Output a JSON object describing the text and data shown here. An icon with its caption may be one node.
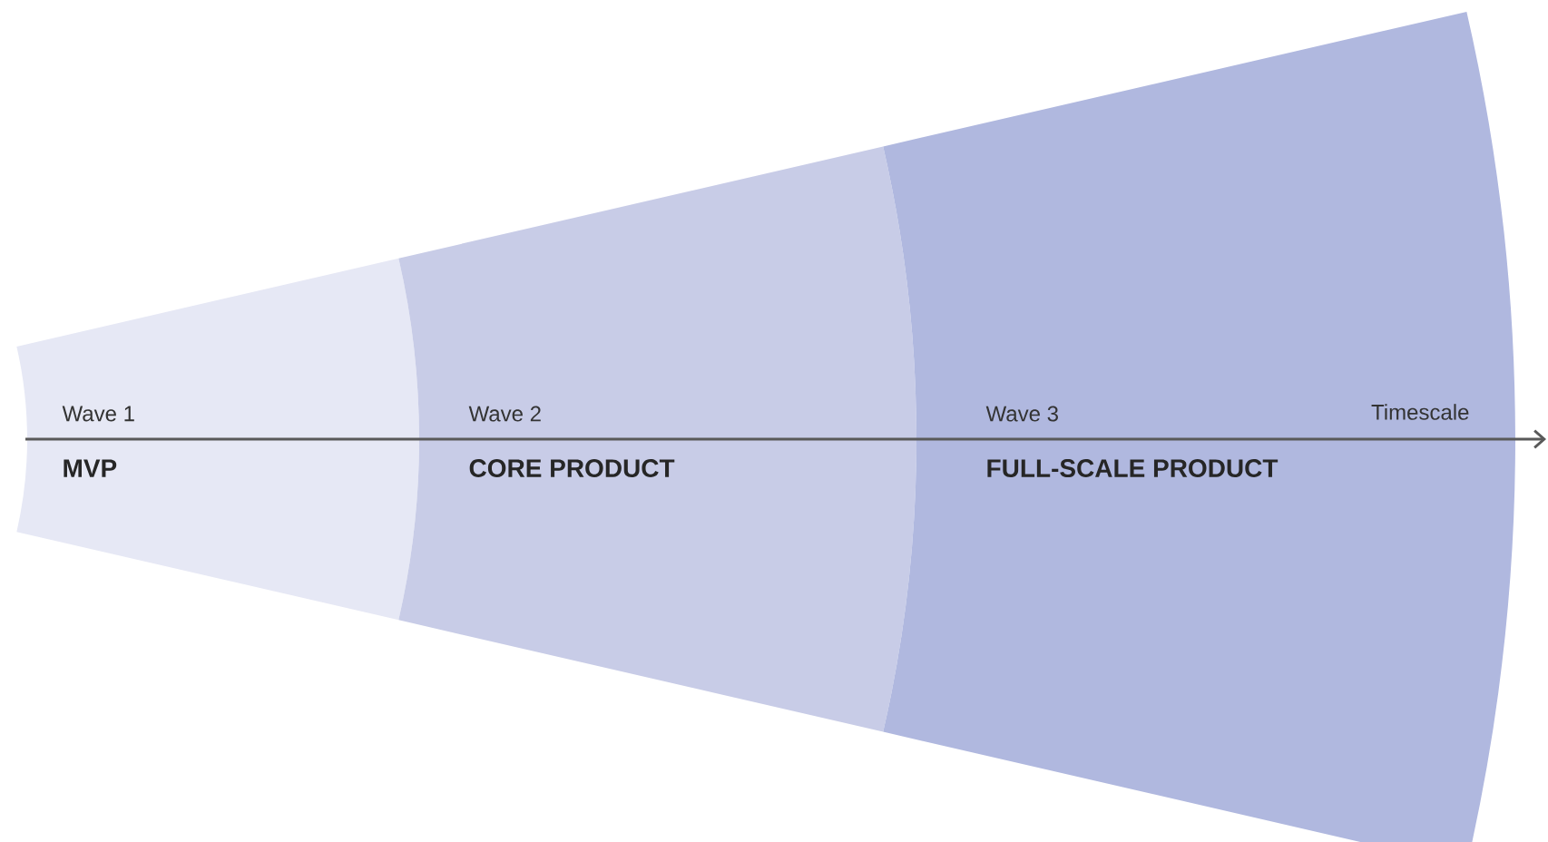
{
  "diagram": {
    "nodes": [
      {
        "text": [
          "Wave 1",
          "MVP"
        ]
      },
      {
        "text": [
          "Wave 2",
          "CORE PRODUCT"
        ]
      },
      {
        "text": [
          "Wave 3",
          "FULL-SCALE PRODUCT"
        ]
      }
    ],
    "labels": [
      "Timescale"
    ]
  }
}
